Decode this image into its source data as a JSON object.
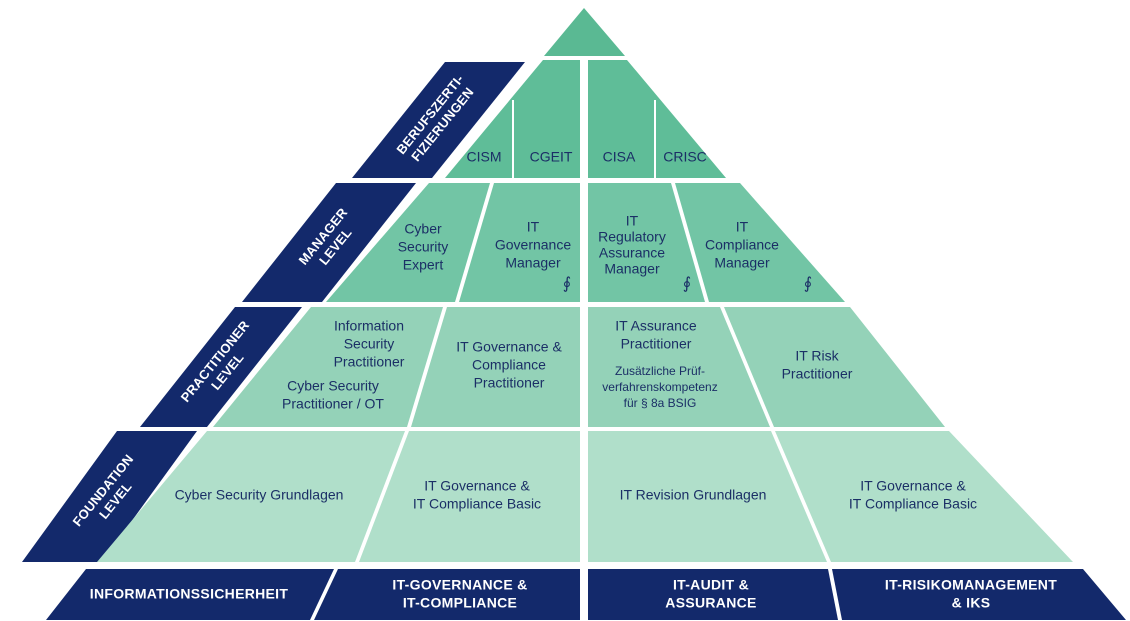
{
  "colors": {
    "navy": "#13296b",
    "top": "#5ab993",
    "cert": "#5fbd98",
    "manager": "#72c5a5",
    "practitioner": "#94d2b8",
    "foundation": "#b0dfca",
    "separator": "#ffffff",
    "text_dark": "#1b2f66"
  },
  "levels": {
    "certifications": [
      "BERUFSZERTI-",
      "FIZIERUNGEN"
    ],
    "manager": [
      "MANAGER",
      "LEVEL"
    ],
    "practitioner": [
      "PRACTITIONER",
      "LEVEL"
    ],
    "foundation": [
      "FOUNDATION",
      "LEVEL"
    ]
  },
  "certifications": [
    "CISM",
    "CGEIT",
    "CISA",
    "CRISC"
  ],
  "manager": {
    "c1": [
      "Cyber",
      "Security",
      "Expert"
    ],
    "c2": [
      "IT",
      "Governance",
      "Manager"
    ],
    "c3": [
      "IT",
      "Regulatory",
      "Assurance",
      "Manager"
    ],
    "c4": [
      "IT",
      "Compliance",
      "Manager"
    ]
  },
  "badge_symbol": "∮",
  "practitioner": {
    "c1a": [
      "Information",
      "Security",
      "Practitioner"
    ],
    "c1b": [
      "Cyber Security",
      "Practitioner / OT"
    ],
    "c2": [
      "IT Governance &",
      "Compliance",
      "Practitioner"
    ],
    "c3a": [
      "IT Assurance",
      "Practitioner"
    ],
    "c3b": [
      "Zusätzliche Prüf-",
      "verfahrenskompetenz",
      "für § 8a BSIG"
    ],
    "c4": [
      "IT Risk",
      "Practitioner"
    ]
  },
  "foundation": {
    "c1": [
      "Cyber Security Grundlagen"
    ],
    "c2": [
      "IT Governance &",
      "IT Compliance Basic"
    ],
    "c3": [
      "IT Revision Grundlagen"
    ],
    "c4": [
      "IT Governance &",
      "IT Compliance Basic"
    ]
  },
  "areas": {
    "a1": [
      "INFORMATIONSSICHERHEIT"
    ],
    "a2": [
      "IT-GOVERNANCE &",
      "IT-COMPLIANCE"
    ],
    "a3": [
      "IT-AUDIT &",
      "ASSURANCE"
    ],
    "a4": [
      "IT-RISIKOMANAGEMENT",
      "& IKS"
    ]
  }
}
